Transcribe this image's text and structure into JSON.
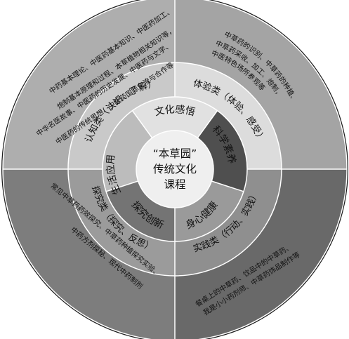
{
  "colors": {
    "outer_top_left": "#aeaeae",
    "outer_top_right": "#a4a4a4",
    "outer_bottom_left": "#7d7d7d",
    "outer_bottom_right": "#696969",
    "ring3_left": "#c9c9c9",
    "ring3_right": "#dcdcdc",
    "ring3_bottom_left": "#9b9b9b",
    "ring3_bottom_right": "#8f8f8f",
    "ring2_top": "#e1e1e1",
    "ring2_left": "#bcbcbc",
    "ring2_right": "#4f4f4f",
    "ring2_bottom_left": "#747474",
    "ring2_bottom_right": "#9a9a9a",
    "center": "#efefef",
    "stroke": "#ffffff",
    "outline": "#333333"
  },
  "center": {
    "lines": [
      "“本草园”",
      "传统文化",
      "课程"
    ]
  },
  "inner_ring": {
    "top": "文化感悟",
    "left": "生活应用",
    "right": "科学素养",
    "bottom_left": "探究创新",
    "bottom_right": "身心健康"
  },
  "middle_ring": {
    "top_left": "认知类（认识、了解）",
    "top_right": "体验类（体验、感受）",
    "bottom_left": "探究类（探究、反思）",
    "bottom_right": "实践类（行动、实践）"
  },
  "outer_ring": {
    "top_left": [
      "中药基本理论、中医药基本知识、中医药加工、",
      "炮制基本原理和过程、本草植物相关知识等，",
      "中华名医故事、中医药的历史发展、中医药与文学、",
      "中医药的传统思想、中医药国际交流与合作等"
    ],
    "top_right": [
      "中草药的识别、中草药的种植、",
      "中草药采收、加工、炮制，",
      "中医特色场所参观等"
    ],
    "bottom_left": [
      "常见中草药药效探究、中草药种植探究实验、",
      "中药方剂探秘、现代中药制剂"
    ],
    "bottom_right": [
      "餐桌上的中草药、饮品中的中草药、",
      "我是小小药剂师、中草药饰品制作等"
    ]
  }
}
